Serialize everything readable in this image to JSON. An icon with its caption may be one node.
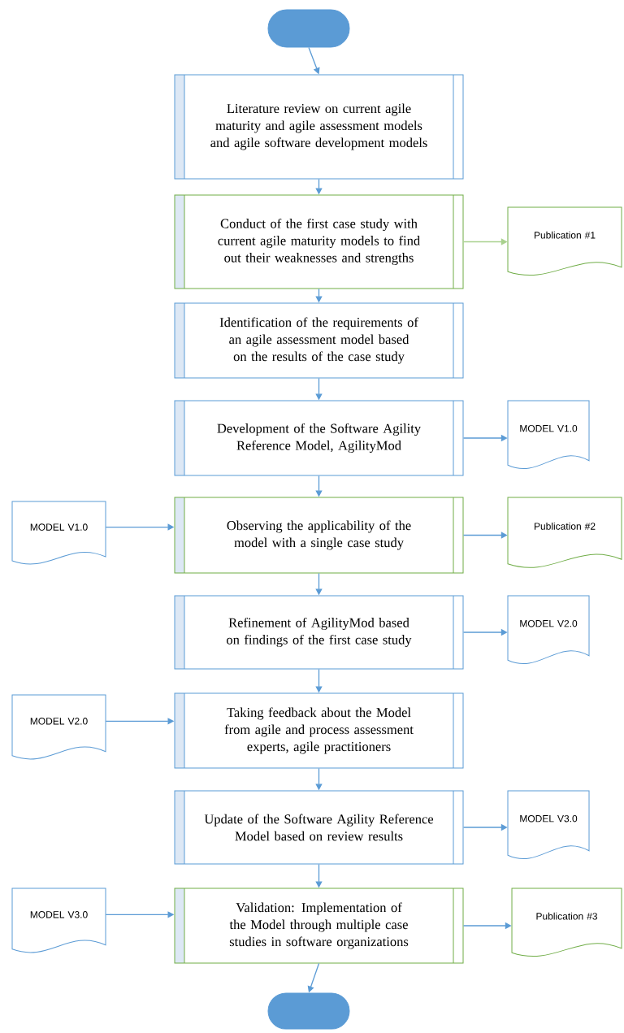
{
  "diagram": {
    "nodes": [
      {
        "text": [],
        "shape": "stadium"
      },
      {
        "text": [
          "Literature review on current agile maturity and agile assessment models and agile software development models"
        ]
      },
      {
        "text": [
          "Conduct of the first case study with current agile maturity models to find out their weaknesses and strengths"
        ]
      },
      {
        "text": [
          "Publication #1"
        ]
      },
      {
        "text": [
          "Identification of the requirements of an agile assessment model based on the results of the case study"
        ]
      },
      {
        "text": [
          "Development of the Software Agility Reference Model, AgilityMod"
        ]
      },
      {
        "text": [
          "MODEL V1.0"
        ]
      },
      {
        "text": [
          "MODEL V1.0"
        ]
      },
      {
        "text": [
          "Observing the applicability of the model with a single case study"
        ]
      },
      {
        "text": [
          "Publication #2"
        ]
      },
      {
        "text": [
          "Refinement of AgilityMod based on findings of the first case study"
        ]
      },
      {
        "text": [
          "MODEL V2.0"
        ]
      },
      {
        "text": [
          "MODEL V2.0"
        ]
      },
      {
        "text": [
          "Taking feedback about the Model from agile and process assessment experts, agile practitioners"
        ]
      },
      {
        "text": [
          "Update of the Software Agility Reference Model based on review results"
        ]
      },
      {
        "text": [
          "MODEL V3.0"
        ]
      },
      {
        "text": [
          "MODEL V3.0"
        ]
      },
      {
        "text": [
          "Validation: Implementation of the Model through multiple case studies in software organizations"
        ]
      },
      {
        "text": [
          "Publication #3"
        ]
      },
      {
        "text": [],
        "shape": "stadium"
      }
    ],
    "edges": [
      {
        "from": 0,
        "to": 1,
        "arrow": "to"
      },
      {
        "from": 1,
        "to": 2,
        "arrow": "to"
      },
      {
        "from": 2,
        "to": 3,
        "arrow": "to",
        "color": "#a9d18e"
      },
      {
        "from": 2,
        "to": 4,
        "arrow": "to"
      },
      {
        "from": 4,
        "to": 5,
        "arrow": "to"
      },
      {
        "from": 5,
        "to": 6,
        "arrow": "to"
      },
      {
        "from": 7,
        "to": 8,
        "arrow": "to"
      },
      {
        "from": 5,
        "to": 8,
        "arrow": "to"
      },
      {
        "from": 8,
        "to": 9,
        "arrow": "to"
      },
      {
        "from": 8,
        "to": 10,
        "arrow": "to"
      },
      {
        "from": 10,
        "to": 11,
        "arrow": "to"
      },
      {
        "from": 12,
        "to": 13,
        "arrow": "to"
      },
      {
        "from": 10,
        "to": 13,
        "arrow": "to"
      },
      {
        "from": 13,
        "to": 14,
        "arrow": "to"
      },
      {
        "from": 14,
        "to": 15,
        "arrow": "to"
      },
      {
        "from": 16,
        "to": 17,
        "arrow": "to"
      },
      {
        "from": 14,
        "to": 17,
        "arrow": "to"
      },
      {
        "from": 17,
        "to": 18,
        "arrow": "to"
      },
      {
        "from": 17,
        "to": 19,
        "arrow": "to"
      }
    ]
  }
}
